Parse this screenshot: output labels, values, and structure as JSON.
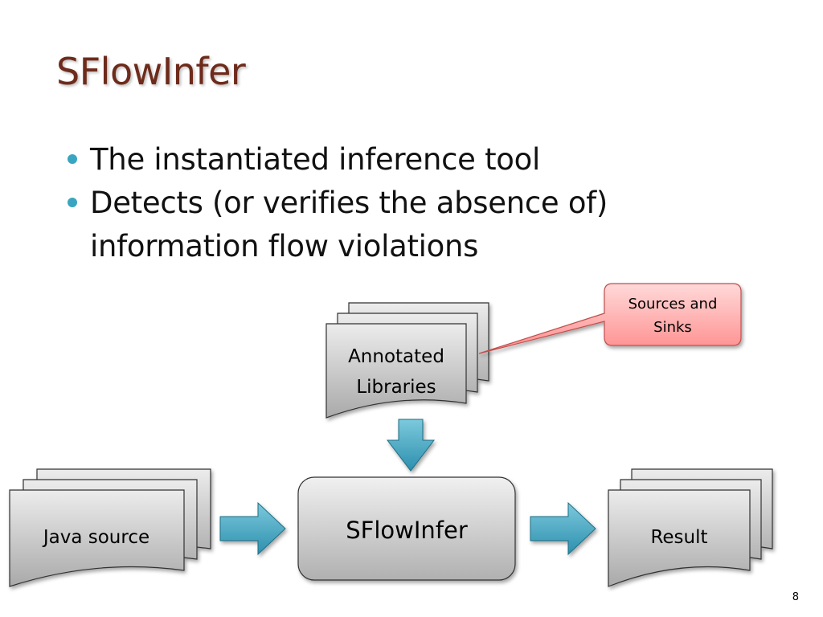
{
  "slide": {
    "title": "SFlowInfer",
    "bullets": [
      "The instantiated inference tool",
      "Detects (or verifies the absence of) information flow violations"
    ],
    "page_number": "8"
  },
  "diagram": {
    "annotated_libraries_label": "Annotated Libraries",
    "callout_label": "Sources and Sinks",
    "java_source_label": "Java source",
    "tool_label": "SFlowInfer",
    "result_label": "Result"
  }
}
